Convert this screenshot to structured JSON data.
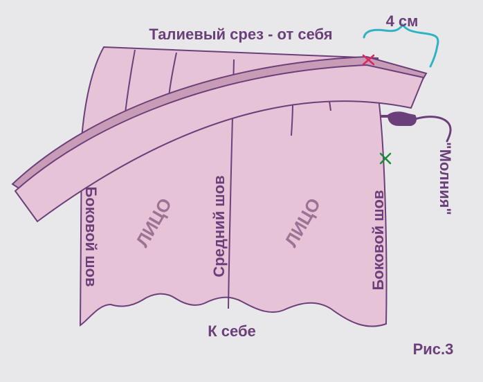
{
  "labels": {
    "waist_cut": "Талиевый срез - от себя",
    "width": "4 см",
    "toward_self": "К себе",
    "side_seam_left": "Боковой шов",
    "side_seam_right": "Боковой шов",
    "center_seam": "Средний шов",
    "face_left": "ЛИЦО",
    "face_right": "ЛИЦО",
    "zipper": "\"Молния\"",
    "figure": "Рис.3"
  },
  "colors": {
    "fabric": "#e6c3d6",
    "fabric_dark": "#c89cb6",
    "outline": "#6b3f7a",
    "bracket": "#2fb3c4",
    "mark_red": "#e0245e",
    "mark_green": "#1e8a3c"
  },
  "icons": [
    "pointing-hand-icon",
    "cross-mark-icon"
  ]
}
